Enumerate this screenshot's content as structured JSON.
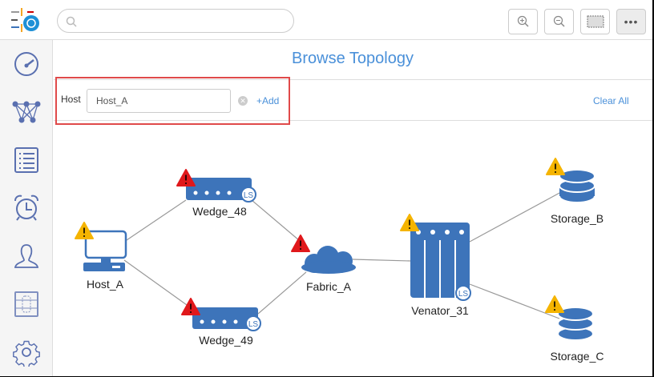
{
  "header": {
    "search_placeholder": "",
    "more_label": "•••"
  },
  "toolbar": {
    "buttons": [
      "zoom-in",
      "zoom-out",
      "fit-to-screen",
      "more"
    ]
  },
  "sidebar": {
    "items": [
      "dashboard",
      "topology",
      "inventory",
      "alarms",
      "users",
      "datacenter",
      "settings"
    ]
  },
  "page": {
    "title": "Browse Topology"
  },
  "filter": {
    "label": "Host",
    "value": "Host_A",
    "add_label": "+Add",
    "clear_all_label": "Clear All"
  },
  "topology": {
    "nodes": [
      {
        "name": "Host_A",
        "type": "host",
        "alert": "warning"
      },
      {
        "name": "Wedge_48",
        "type": "switch",
        "badge": "LS",
        "alert": "critical"
      },
      {
        "name": "Wedge_49",
        "type": "switch",
        "badge": "LS",
        "alert": "critical"
      },
      {
        "name": "Fabric_A",
        "type": "fabric",
        "alert": "critical"
      },
      {
        "name": "Venator_31",
        "type": "chassis",
        "badge": "LS",
        "alert": "warning"
      },
      {
        "name": "Storage_B",
        "type": "storage",
        "alert": "warning"
      },
      {
        "name": "Storage_C",
        "type": "storage",
        "alert": "warning"
      }
    ],
    "colors": {
      "node": "#3d74ba",
      "warning": "#f5b400",
      "critical": "#e0181b",
      "edge": "#999999"
    }
  }
}
